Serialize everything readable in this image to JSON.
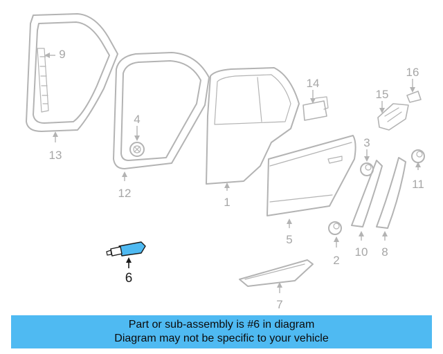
{
  "callouts": {
    "p1": "1",
    "p2": "2",
    "p3": "3",
    "p4": "4",
    "p5": "5",
    "p6": "6",
    "p7": "7",
    "p8": "8",
    "p9": "9",
    "p10": "10",
    "p11": "11",
    "p12": "12",
    "p13": "13",
    "p14": "14",
    "p15": "15",
    "p16": "16"
  },
  "highlighted_part": "6",
  "colors": {
    "banner": "#4fbaf2",
    "part_lines": "#b3b3b3",
    "highlight_part": "#4fbaf2"
  },
  "banner": {
    "line1": "Part or sub-assembly is #6 in diagram",
    "line2": "Diagram may not be specific to your vehicle"
  }
}
